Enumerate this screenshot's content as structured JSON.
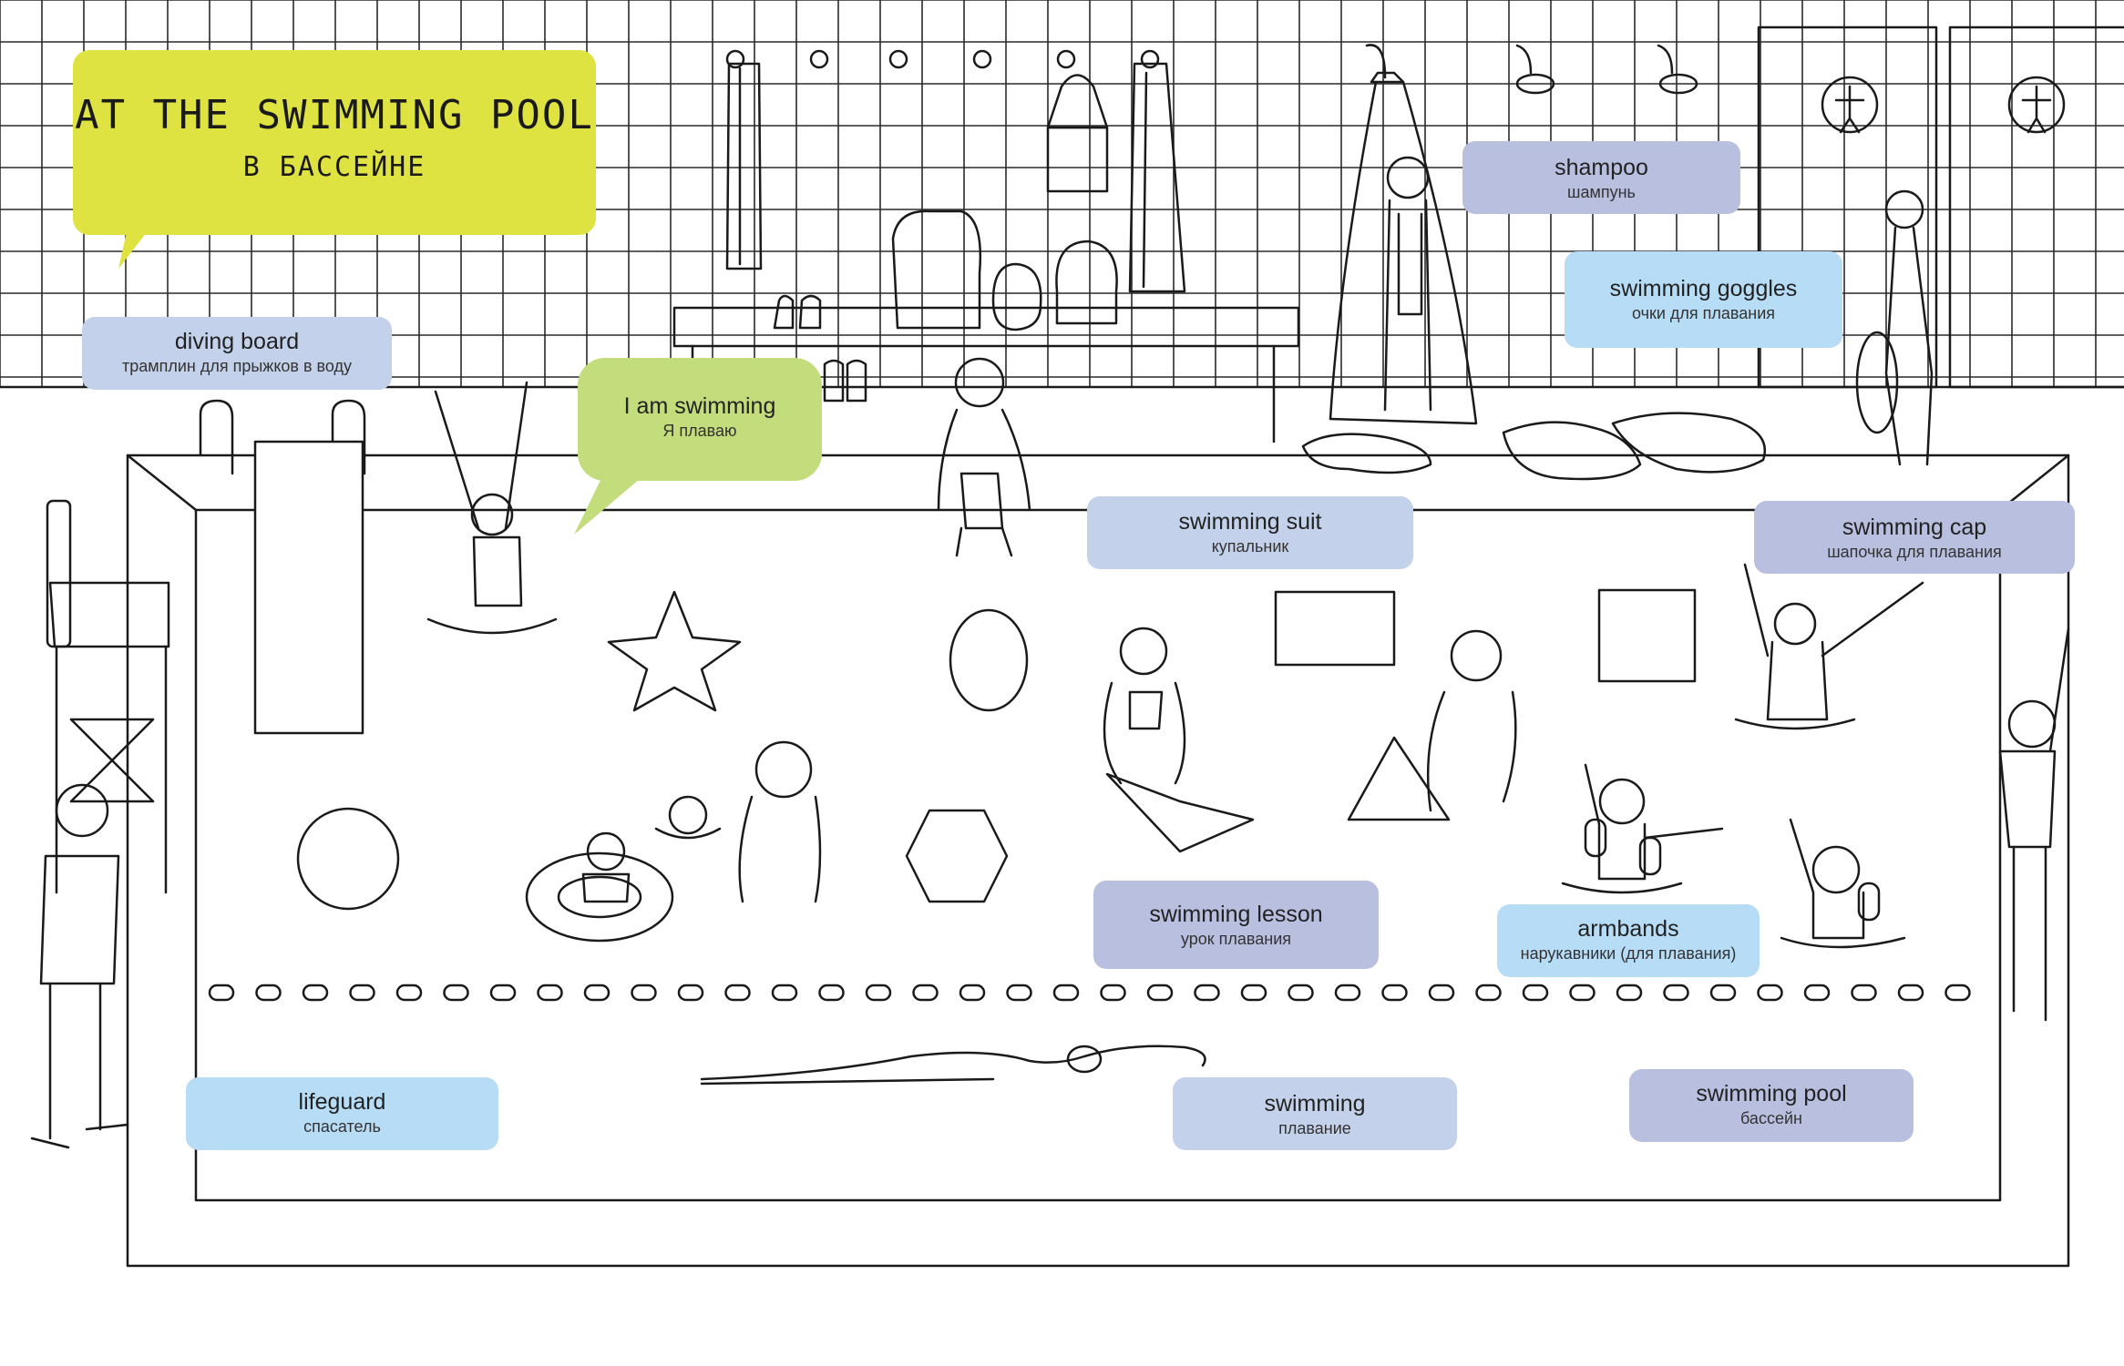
{
  "title": {
    "en": "AT THE SWIMMING POOL",
    "ru": "В БАССЕЙНЕ"
  },
  "labels": {
    "diving_board": {
      "en": "diving board",
      "ru": "трамплин для прыжков в воду"
    },
    "i_am_swimming": {
      "en": "I am swimming",
      "ru": "Я плаваю"
    },
    "shampoo": {
      "en": "shampoo",
      "ru": "шампунь"
    },
    "swimming_goggles": {
      "en": "swimming goggles",
      "ru": "очки для плавания"
    },
    "swimming_suit": {
      "en": "swimming suit",
      "ru": "купальник"
    },
    "swimming_cap": {
      "en": "swimming cap",
      "ru": "шапочка для плавания"
    },
    "swimming_lesson": {
      "en": "swimming lesson",
      "ru": "урок плавания"
    },
    "armbands": {
      "en": "armbands",
      "ru": "нарукавники (для плавания)"
    },
    "lifeguard": {
      "en": "lifeguard",
      "ru": "спасатель"
    },
    "swimming": {
      "en": "swimming",
      "ru": "плавание"
    },
    "swimming_pool": {
      "en": "swimming pool",
      "ru": "бассейн"
    }
  },
  "colors": {
    "title": "#dfe341",
    "lavender": "#b9bfdf",
    "sky": "#b7dcf6",
    "pale": "#c3d2ea",
    "green": "#c3dc7c",
    "line": "#1a1a1a"
  }
}
